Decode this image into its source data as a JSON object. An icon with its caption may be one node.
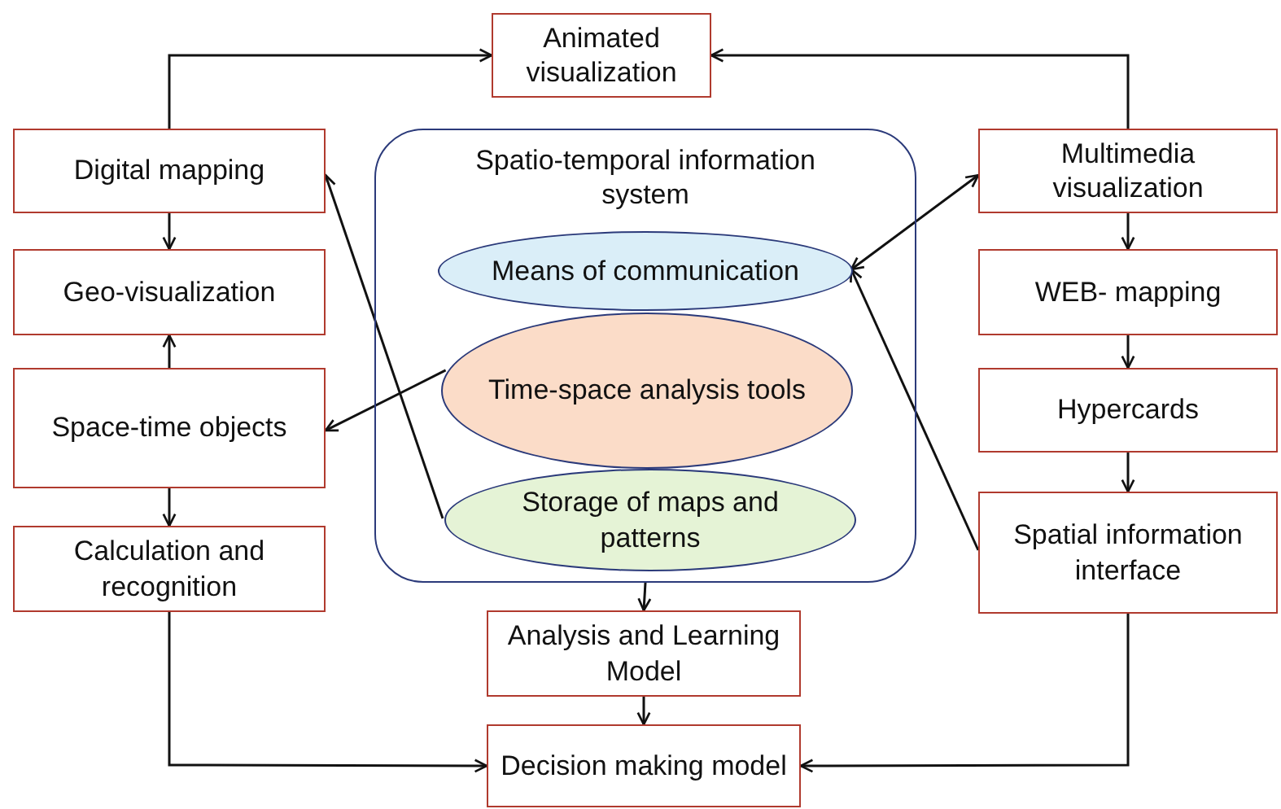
{
  "diagram": {
    "nodes": [
      {
        "text": [
          "Animated visualization"
        ]
      },
      {
        "text": [
          "Digital mapping"
        ]
      },
      {
        "text": [
          "Spatio-temporal information system"
        ]
      },
      {
        "text": [
          "Means of communication"
        ],
        "in": 2
      },
      {
        "text": [
          "Multimedia visualization"
        ]
      },
      {
        "text": [
          "Geo-visualization"
        ]
      },
      {
        "text": [
          "WEB- mapping"
        ]
      },
      {
        "text": [
          "Time-space analysis tools"
        ],
        "in": 2
      },
      {
        "text": [
          "Space-time objects"
        ]
      },
      {
        "text": [
          "Hypercards"
        ]
      },
      {
        "text": [
          "Storage of maps and patterns"
        ],
        "in": 2
      },
      {
        "text": [
          "Calculation and recognition"
        ]
      },
      {
        "text": [
          "Spatial information interface"
        ]
      },
      {
        "text": [
          "Analysis and Learning Model"
        ]
      },
      {
        "text": [
          "Decision making model"
        ]
      }
    ],
    "edges": [
      {
        "from": 1,
        "to": 0,
        "arrow": "to"
      },
      {
        "from": 4,
        "to": 0,
        "arrow": "to"
      },
      {
        "from": 1,
        "to": 5,
        "arrow": "to"
      },
      {
        "from": 8,
        "to": 5,
        "arrow": "to"
      },
      {
        "from": 7,
        "to": 8,
        "arrow": "to"
      },
      {
        "from": 8,
        "to": 11,
        "arrow": "to"
      },
      {
        "from": 10,
        "to": 1,
        "arrow": "to"
      },
      {
        "from": 3,
        "to": 4,
        "arrow": "both"
      },
      {
        "from": 12,
        "to": 3,
        "arrow": "to"
      },
      {
        "from": 4,
        "to": 6,
        "arrow": "to"
      },
      {
        "from": 6,
        "to": 9,
        "arrow": "to"
      },
      {
        "from": 9,
        "to": 12,
        "arrow": "to"
      },
      {
        "from": 2,
        "to": 13,
        "arrow": "to"
      },
      {
        "from": 13,
        "to": 14,
        "arrow": "to"
      },
      {
        "from": 11,
        "to": 14,
        "arrow": "to"
      },
      {
        "from": 12,
        "to": 14,
        "arrow": "to"
      }
    ]
  }
}
